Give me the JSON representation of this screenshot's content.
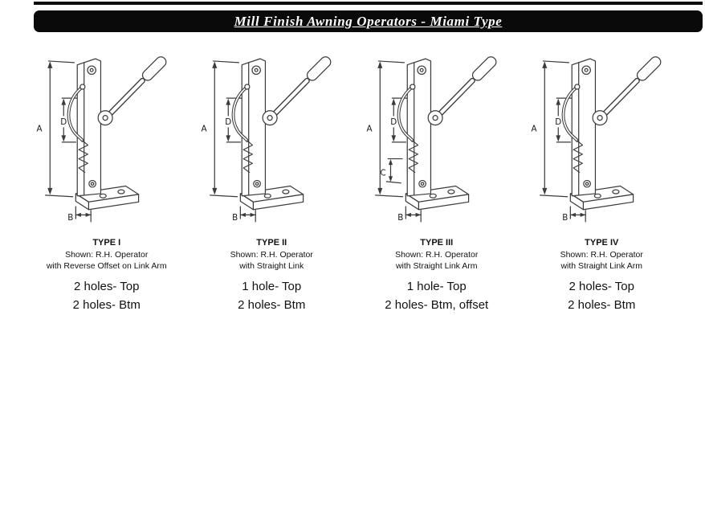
{
  "header": {
    "title": "Mill Finish Awning Operators - Miami Type"
  },
  "colors": {
    "header_bg": "#0a0a0a",
    "header_text": "#ffffff",
    "line_art": "#3b3b3b"
  },
  "operators": [
    {
      "type_label": "TYPE I",
      "shown": "Shown: R.H. Operator",
      "link_desc": "with Reverse Offset on Link Arm",
      "holes_top": "2 holes- Top",
      "holes_btm": "2 holes- Btm",
      "dims": {
        "a": "A",
        "d": "D",
        "b": "B"
      }
    },
    {
      "type_label": "TYPE II",
      "shown": "Shown: R.H. Operator",
      "link_desc": "with Straight Link",
      "holes_top": "1 hole- Top",
      "holes_btm": "2 holes- Btm",
      "dims": {
        "a": "A",
        "d": "D",
        "b": "B"
      }
    },
    {
      "type_label": "TYPE III",
      "shown": "Shown: R.H. Operator",
      "link_desc": "with Straight Link Arm",
      "holes_top": "1 hole- Top",
      "holes_btm": "2 holes- Btm, offset",
      "dims": {
        "a": "A",
        "d": "D",
        "b": "B",
        "c": "C"
      }
    },
    {
      "type_label": "TYPE IV",
      "shown": "Shown: R.H. Operator",
      "link_desc": "with Straight Link Arm",
      "holes_top": "2 holes- Top",
      "holes_btm": "2 holes- Btm",
      "dims": {
        "a": "A",
        "d": "D",
        "b": "B"
      }
    }
  ]
}
